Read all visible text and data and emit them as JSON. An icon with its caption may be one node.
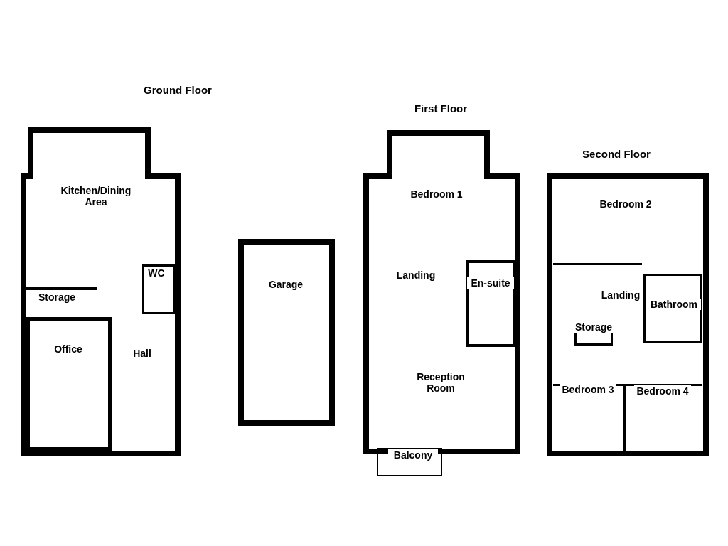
{
  "diagram": {
    "nodes": [
      {
        "text": [
          "Ground Floor"
        ]
      },
      {
        "text": [
          "Kitchen/Dining Area"
        ],
        "in": 0
      },
      {
        "text": [
          "WC"
        ],
        "in": 0
      },
      {
        "text": [
          "Storage"
        ],
        "in": 0
      },
      {
        "text": [
          "Office"
        ],
        "in": 0
      },
      {
        "text": [
          "Hall"
        ],
        "in": 0
      },
      {
        "text": [
          "Garage"
        ]
      },
      {
        "text": [
          "First Floor"
        ]
      },
      {
        "text": [
          "Bedroom 1"
        ],
        "in": 7
      },
      {
        "text": [
          "Landing"
        ],
        "in": 7
      },
      {
        "text": [
          "En-suite"
        ],
        "in": 7
      },
      {
        "text": [
          "Reception Room"
        ],
        "in": 7
      },
      {
        "text": [
          "Balcony"
        ]
      },
      {
        "text": [
          "Second Floor"
        ]
      },
      {
        "text": [
          "Bedroom 2"
        ],
        "in": 13
      },
      {
        "text": [
          "Landing"
        ],
        "in": 13
      },
      {
        "text": [
          "Bathroom"
        ],
        "in": 13
      },
      {
        "text": [
          "Storage"
        ],
        "in": 13
      },
      {
        "text": [
          "Bedroom 3"
        ],
        "in": 13
      },
      {
        "text": [
          "Bedroom 4"
        ],
        "in": 13
      }
    ]
  }
}
